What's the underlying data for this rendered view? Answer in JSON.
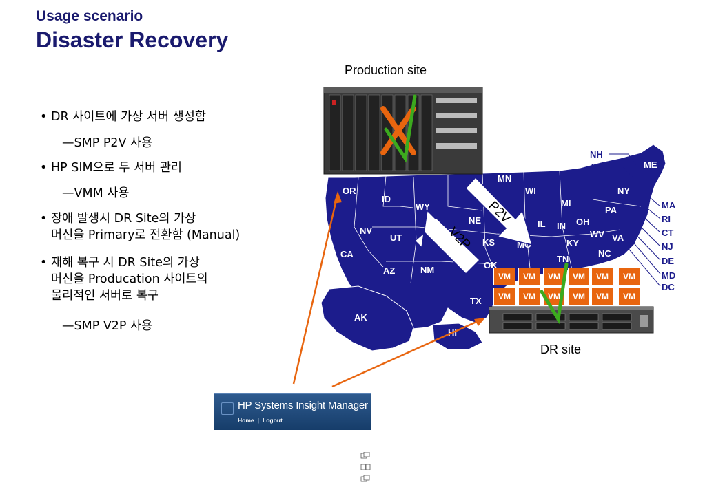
{
  "header": {
    "subtitle": "Usage scenario",
    "title": "Disaster Recovery"
  },
  "bullets": [
    {
      "text": "DR 사이트에 가상 서버 생성함",
      "sub": "—SMP P2V 사용"
    },
    {
      "text": "HP SIM으로 두 서버 관리",
      "sub": "—VMM 사용"
    },
    {
      "text_lines": [
        "장애 발생시 DR Site의 가상",
        "머신을 Primary로 전환함 (Manual)"
      ]
    },
    {
      "text_lines": [
        "재해 복구 시 DR Site의 가상",
        "머신을 Producation 사이트의",
        "물리적인 서버로 복구"
      ],
      "sub": "—SMP V2P 사용"
    }
  ],
  "bullet_glyph": "•",
  "sites": {
    "production": "Production site",
    "dr": "DR site"
  },
  "arrows": {
    "p2v": "P2V",
    "v2p": "V2P"
  },
  "vm_label": "VM",
  "state_labels": {
    "east": [
      "NH",
      "VT",
      "ME",
      "NY",
      "MA",
      "RI",
      "CT",
      "NJ",
      "DE",
      "MD",
      "DC",
      "PA",
      "OH",
      "WV",
      "VA",
      "NC",
      "MI",
      "WI",
      "MN",
      "IL",
      "IN",
      "KY",
      "TN",
      "MO"
    ],
    "west": [
      "OR",
      "ID",
      "WY",
      "NE",
      "NV",
      "UT",
      "CA",
      "AZ",
      "NM",
      "TX",
      "OK",
      "KS",
      "AK",
      "HI"
    ]
  },
  "sim": {
    "title": "HP Systems Insight Manager",
    "nav_home": "Home",
    "nav_sep": "|",
    "nav_logout": "Logout"
  },
  "colors": {
    "title": "#1a1a6e",
    "map": "#1c1c8c",
    "map_border": "#ffffff",
    "vm": "#e8650f",
    "orange_line": "#e8650f",
    "check": "#3caa1e",
    "x_mark": "#e8650f"
  }
}
